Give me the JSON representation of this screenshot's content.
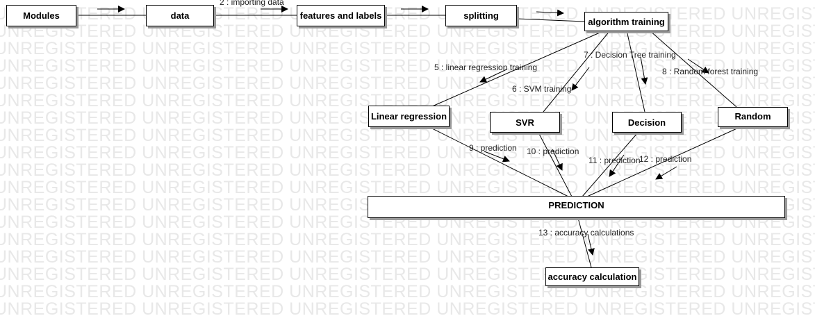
{
  "watermark_text": "UNREGISTERED",
  "nodes": {
    "modules": "Modules",
    "data": "data",
    "features": "features and labels",
    "splitting": "splitting",
    "training": "algorithm training",
    "linear": "Linear regression",
    "svr": "SVR",
    "decision": "Decision",
    "random": "Random",
    "prediction": "PREDICTION",
    "accuracy": "accuracy calculation"
  },
  "messages": {
    "m2": "2 : importing data",
    "m5": "5 : linear regression training",
    "m6": "6 : SVM training",
    "m7": "7 : Decision Tree training",
    "m8": "8 : Random forest training",
    "m9": "9 : prediction",
    "m10": "10 : prediction",
    "m11": "11 : prediction",
    "m12": "12 : prediction",
    "m13": "13 : accuracy calculations"
  }
}
